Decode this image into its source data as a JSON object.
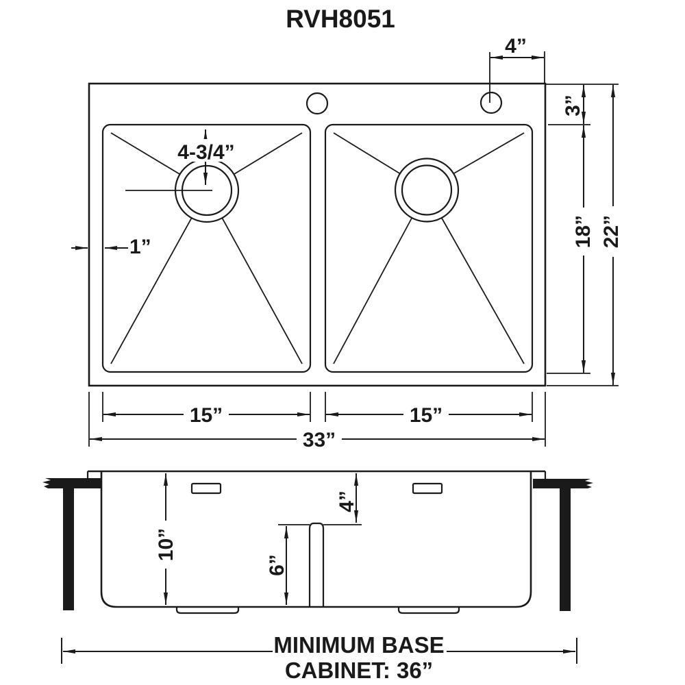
{
  "title": "RVH8051",
  "colors": {
    "line": "#1a1a1a",
    "background": "#ffffff"
  },
  "top_view": {
    "faucet_offset": "4”",
    "deck_depth": "3”",
    "bowl_front_to_back": "18”",
    "overall_front_to_back": "22”",
    "drain_opening": "4-3/4”",
    "rim_width": "1”",
    "left_bowl_width": "15”",
    "right_bowl_width": "15”",
    "overall_width": "33”"
  },
  "front_view": {
    "bowl_depth": "10”",
    "divider_clearance": "4”",
    "divider_height": "6”"
  },
  "cabinet_note": {
    "line1": "MINIMUM BASE",
    "line2": "CABINET: 36”"
  }
}
